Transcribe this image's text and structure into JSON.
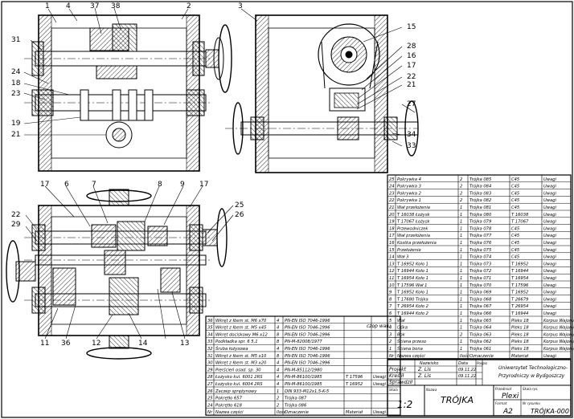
{
  "callouts": {
    "c1": "1",
    "c2": "2",
    "c3": "3",
    "c4": "4",
    "c6": "6",
    "c7": "7",
    "c8": "8",
    "c9": "9",
    "c11": "11",
    "c12": "12",
    "c13": "13",
    "c14": "14",
    "c15": "15",
    "c16": "16",
    "c17": "17",
    "c17a": "17",
    "c17b": "17",
    "c18": "18",
    "c19": "19",
    "c21": "21",
    "c22": "22",
    "c22b": "22",
    "c23": "23",
    "c24": "24",
    "c25": "25",
    "c26": "26",
    "c27": "27",
    "c28": "28",
    "c29": "29",
    "c31": "31",
    "c33": "33",
    "c34": "34",
    "c36": "36",
    "c37": "37",
    "c38": "38"
  },
  "parts_list_right": [
    [
      "25",
      "Pokrywka 4",
      "2",
      "Trójka 085",
      "C45",
      "Uwagi"
    ],
    [
      "24",
      "Pokrywka 3",
      "2",
      "Trójka 084",
      "C45",
      "Uwagi"
    ],
    [
      "23",
      "Pokrywka 2",
      "2",
      "Trójka 083",
      "C45",
      "Uwagi"
    ],
    [
      "22",
      "Pokrywka 1",
      "2",
      "Trójka 082",
      "C45",
      "Uwagi"
    ],
    [
      "21",
      "Wał przełożenia",
      "1",
      "Trójka 081",
      "C45",
      "Uwagi"
    ],
    [
      "20",
      "T 16038 Łożysk",
      "1",
      "Trójka 080",
      "T 16038",
      "Uwagi"
    ],
    [
      "19",
      "T 17067 Łożysk",
      "1",
      "Trójka 079",
      "T 17067",
      "Uwagi"
    ],
    [
      "18",
      "Przewodniczek",
      "1",
      "Trójka 078",
      "C45",
      "Uwagi"
    ],
    [
      "17",
      "Wał przełożenia",
      "1",
      "Trójka 077",
      "C45",
      "Uwagi"
    ],
    [
      "16",
      "Kostka przełożenia",
      "1",
      "Trójka 076",
      "C45",
      "Uwagi"
    ],
    [
      "15",
      "Przełożenie",
      "1",
      "Trójka 075",
      "C45",
      "Uwagi"
    ],
    [
      "14",
      "Wał 3",
      "1",
      "Trójka 074",
      "C45",
      "Uwagi"
    ],
    [
      "13",
      "T 16952 Koło 1",
      "1",
      "Trójka 073",
      "T 16952",
      "Uwagi"
    ],
    [
      "12",
      "T 16944 Koło 1",
      "1",
      "Trójka 072",
      "T 16944",
      "Uwagi"
    ],
    [
      "11",
      "T 16954 Koło 1",
      "1",
      "Trójka 071",
      "T 16954",
      "Uwagi"
    ],
    [
      "10",
      "T 17596 Wał 1",
      "1",
      "Trójka 070",
      "T 17596",
      "Uwagi"
    ],
    [
      "9",
      "T 16952 Koło 1",
      "1",
      "Trójka 069",
      "T 16952",
      "Uwagi"
    ],
    [
      "8",
      "T 17680 Trójka",
      "1",
      "Trójka 068",
      "T 26679",
      "Uwagi"
    ],
    [
      "7",
      "T 26954 Koło 2",
      "1",
      "Trójka 067",
      "T 26954",
      "Uwagi"
    ],
    [
      "6",
      "T 16944 Koło 2",
      "1",
      "Trójka 066",
      "T 16944",
      "Uwagi"
    ],
    [
      "5",
      "Wał",
      "1",
      "Trójka 065",
      "Pleks 18",
      "Korpus Wajony"
    ],
    [
      "4",
      "Ośka",
      "1",
      "Trójka 064",
      "Pleks 18",
      "Korpus Wajony"
    ],
    [
      "3",
      "Bok",
      "2",
      "Trójka 063",
      "Pleks 18",
      "Korpus Wajony"
    ],
    [
      "2",
      "Ściana przeso",
      "1",
      "Trójka 062",
      "Pleks 18",
      "Korpus Wajony"
    ],
    [
      "1",
      "Ściana bona",
      "1",
      "Trójka 061",
      "Pleks 18",
      "Korpus Wajony"
    ],
    [
      "Nr",
      "Nazwa części",
      "Ilość",
      "Oznaczenie",
      "Materiał",
      "Uwagi"
    ]
  ],
  "parts_list_left": [
    [
      "36",
      "Wkręt z łbem st. M6 x70",
      "4",
      "PN-EN ISO 7046-1996",
      "",
      ""
    ],
    [
      "35",
      "Wkręt z łbem st. M5 x45",
      "4",
      "PN-EN ISO 7046-1996",
      "",
      ""
    ],
    [
      "34",
      "Wkręt dociskowy M6 x12",
      "8",
      "PN-EN ISO 7046-1996",
      "",
      ""
    ],
    [
      "33",
      "Podkładka spr. 6 5,1",
      "8",
      "PN-M-82008/1977",
      "",
      ""
    ],
    [
      "32",
      "Śruba łożysowa",
      "4",
      "PN-EN ISO 7046-1996",
      "",
      ""
    ],
    [
      "31",
      "Wkręt z łbem st. M5 x10",
      "8",
      "PN-EN ISO 7046-1996",
      "",
      ""
    ],
    [
      "30",
      "Wkręt z łbem st. M3 x20",
      "4",
      "PN-EN ISO 7046-1996",
      "",
      ""
    ],
    [
      "29",
      "Pierścień osad. sp. 30",
      "4",
      "PN-M-85112/1980",
      "",
      ""
    ],
    [
      "28",
      "Łożysko kul. 6001 2RS",
      "4",
      "PN-M-86100/1985",
      "T 17596",
      "Uwagi"
    ],
    [
      "27",
      "Łożysko kul. 6004 2RS",
      "4",
      "PN-M-86100/1985",
      "T 16952",
      "Uwagi"
    ],
    [
      "26",
      "Zaczep sprężynowy",
      "1",
      "DIN 933-M12x1,5-K-5",
      "",
      ""
    ],
    [
      "25",
      "Pokrętło 657",
      "2",
      "Trójka 087",
      "",
      ""
    ],
    [
      "24",
      "Pokrętło 618",
      "2",
      "Trójka 086",
      "",
      ""
    ],
    [
      "Nr",
      "Nazwa części",
      "Ilość",
      "Oznaczenie",
      "Materiał",
      "Uwagi"
    ]
  ],
  "title_block": {
    "czop_note": "czop wału",
    "h_nazwisko": "Nazwisko",
    "h_data": "Data",
    "h_podpis": "Podpis",
    "projekt_label": "Projekt",
    "projekt_name": "Z. Lis",
    "projekt_date": "09.11.22",
    "kreslil_label": "Kreślił",
    "kreslil_name": "Z. Lis",
    "kreslil_date": "09.11.22",
    "sprawdzil_label": "Sprawdził",
    "institution_line1": "Uniwersytet Technologiczno-",
    "institution_line2": "Przyrodniczy w Bydgoszczy",
    "scale_label": "Skala",
    "scale": "1:2",
    "name_label": "Nazwa",
    "title": "TRÓJKA",
    "group_label": "Przedmiot",
    "group": "Plexi",
    "format_label": "Format",
    "format": "A2",
    "sheet_label": "Nr rysunku",
    "drawing_number": "TRÓJKA-000",
    "sheet_type_label": "Skala rys."
  }
}
